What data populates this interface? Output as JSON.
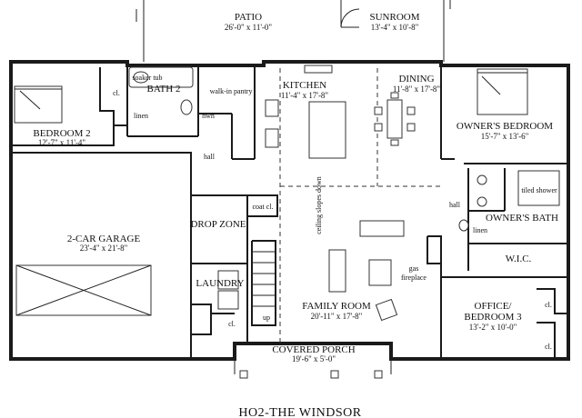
{
  "plan": {
    "title": "HO2-THE WINDSOR",
    "rooms": {
      "patio": {
        "name": "PATIO",
        "dims": "26'-0\" x 11'-0\""
      },
      "sunroom": {
        "name": "SUNROOM",
        "dims": "13'-4\" x 10'-8\""
      },
      "kitchen": {
        "name": "KITCHEN",
        "dims": "11'-4\" x 17'-8\""
      },
      "dining": {
        "name": "DINING",
        "dims": "11'-8\" x 17'-8\""
      },
      "bath2": {
        "name": "BATH 2"
      },
      "bedroom2": {
        "name": "BEDROOM 2",
        "dims": "12'-7\" x 11'-4\""
      },
      "owners_bedroom": {
        "name": "OWNER'S BEDROOM",
        "dims": "15'-7\" x 13'-6\""
      },
      "garage": {
        "name": "2-CAR GARAGE",
        "dims": "23'-4\" x 21'-8\""
      },
      "drop_zone": {
        "name": "DROP ZONE"
      },
      "laundry": {
        "name": "LAUNDRY"
      },
      "family_room": {
        "name": "FAMILY ROOM",
        "dims": "20'-11\" x 17'-8\""
      },
      "owners_bath": {
        "name": "OWNER'S BATH"
      },
      "wic": {
        "name": "W.I.C."
      },
      "office": {
        "name": "OFFICE/",
        "name2": "BEDROOM 3",
        "dims": "13'-2\" x 10'-0\""
      },
      "covered_porch": {
        "name": "COVERED PORCH",
        "dims": "19'-6\" x 5'-0\""
      }
    },
    "notes": {
      "soaker_tub": "soaker tub",
      "walk_in_pantry": "walk-in pantry",
      "linen_bath2": "linen",
      "hwh": "hwh",
      "hall_left": "hall",
      "hall_right": "hall",
      "cl_bed2": "cl.",
      "coat_closet": "coat cl.",
      "ceiling": "ceiling slopes down",
      "gas_fireplace_1": "gas",
      "gas_fireplace_2": "fireplace",
      "tiled_shower": "tiled shower",
      "linen_owner": "linen",
      "cl_laundry": "cl.",
      "up": "up",
      "cl_office_1": "cl.",
      "cl_office_2": "cl."
    }
  }
}
